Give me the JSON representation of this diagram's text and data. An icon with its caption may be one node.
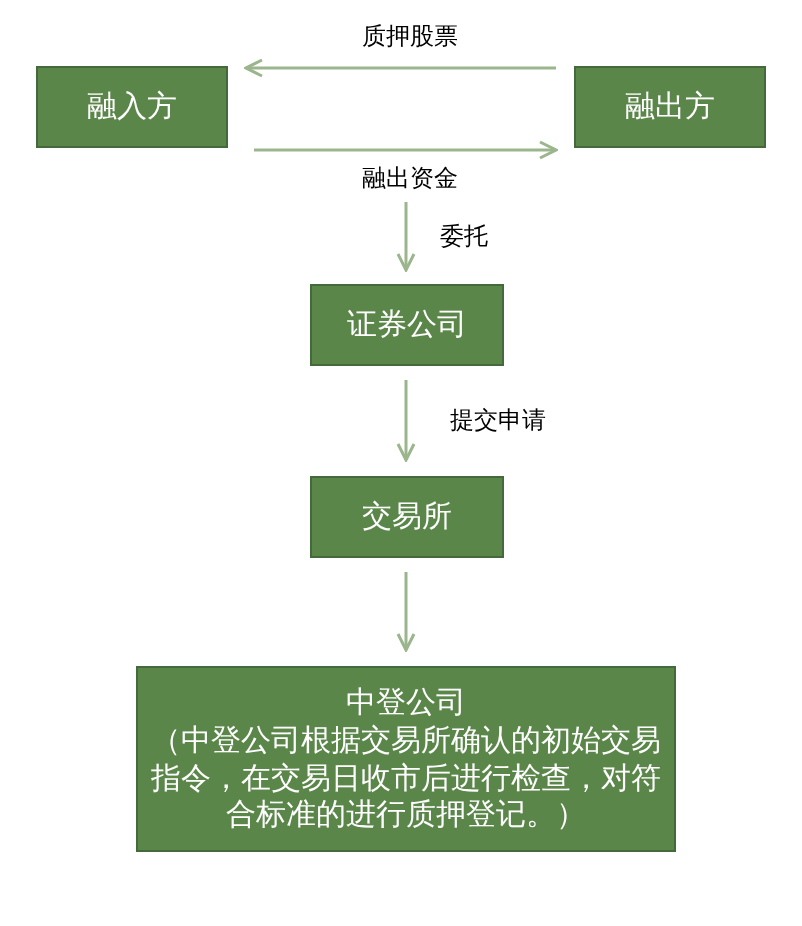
{
  "diagram": {
    "nodes": [
      {
        "text": [
          "融入方"
        ]
      },
      {
        "text": [
          "融出方"
        ]
      },
      {
        "text": [
          "证券公司"
        ]
      },
      {
        "text": [
          "交易所"
        ]
      },
      {
        "text": [
          "中登公司",
          "（中登公司根据交易所确认的初始交易指令，在交易日收市后进行检查，对符合标准的进行质押登记。）"
        ]
      }
    ],
    "edges": [
      {
        "from": 1,
        "to": 0,
        "arrow": "to",
        "label": "质押股票"
      },
      {
        "from": 0,
        "to": 1,
        "arrow": "to",
        "label": "融出资金"
      },
      {
        "from": null,
        "to": 2,
        "arrow": "to",
        "label": "委托"
      },
      {
        "from": 2,
        "to": 3,
        "arrow": "to",
        "label": "提交申请"
      },
      {
        "from": 3,
        "to": 4,
        "arrow": "to"
      }
    ]
  }
}
